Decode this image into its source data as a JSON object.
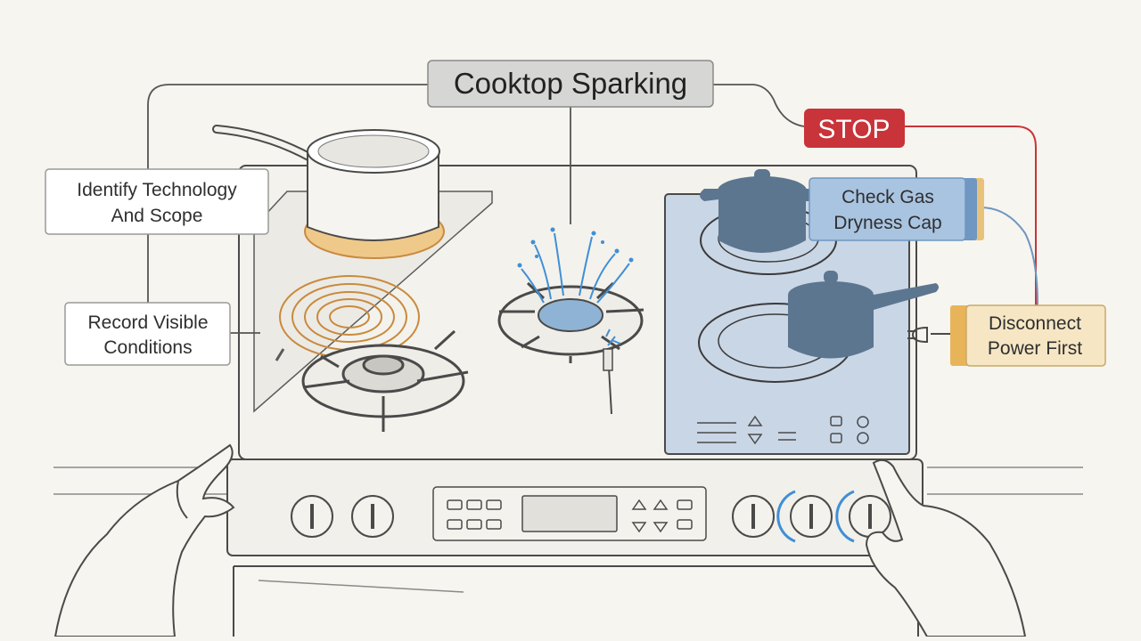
{
  "title": "Cooktop Sparking",
  "stop": "STOP",
  "labels": {
    "identify": [
      "Identify Technology",
      "And Scope"
    ],
    "record": [
      "Record Visible",
      "Conditions"
    ],
    "check": [
      "Check Gas",
      "Dryness Cap"
    ],
    "disconnect": [
      "Disconnect",
      "Power First"
    ]
  },
  "colors": {
    "stop": "#c8343a",
    "check_accent": "#6f97c2",
    "check_fill": "#a9c4e0",
    "disconnect_accent": "#e8b45a",
    "disconnect_fill": "#f6e6c4",
    "spark": "#3f8fd6",
    "induction": "#c9d6e6",
    "pot_dark": "#5c7690",
    "coil": "#c98a3e",
    "base": "#f7f5ef",
    "line": "#555555"
  }
}
